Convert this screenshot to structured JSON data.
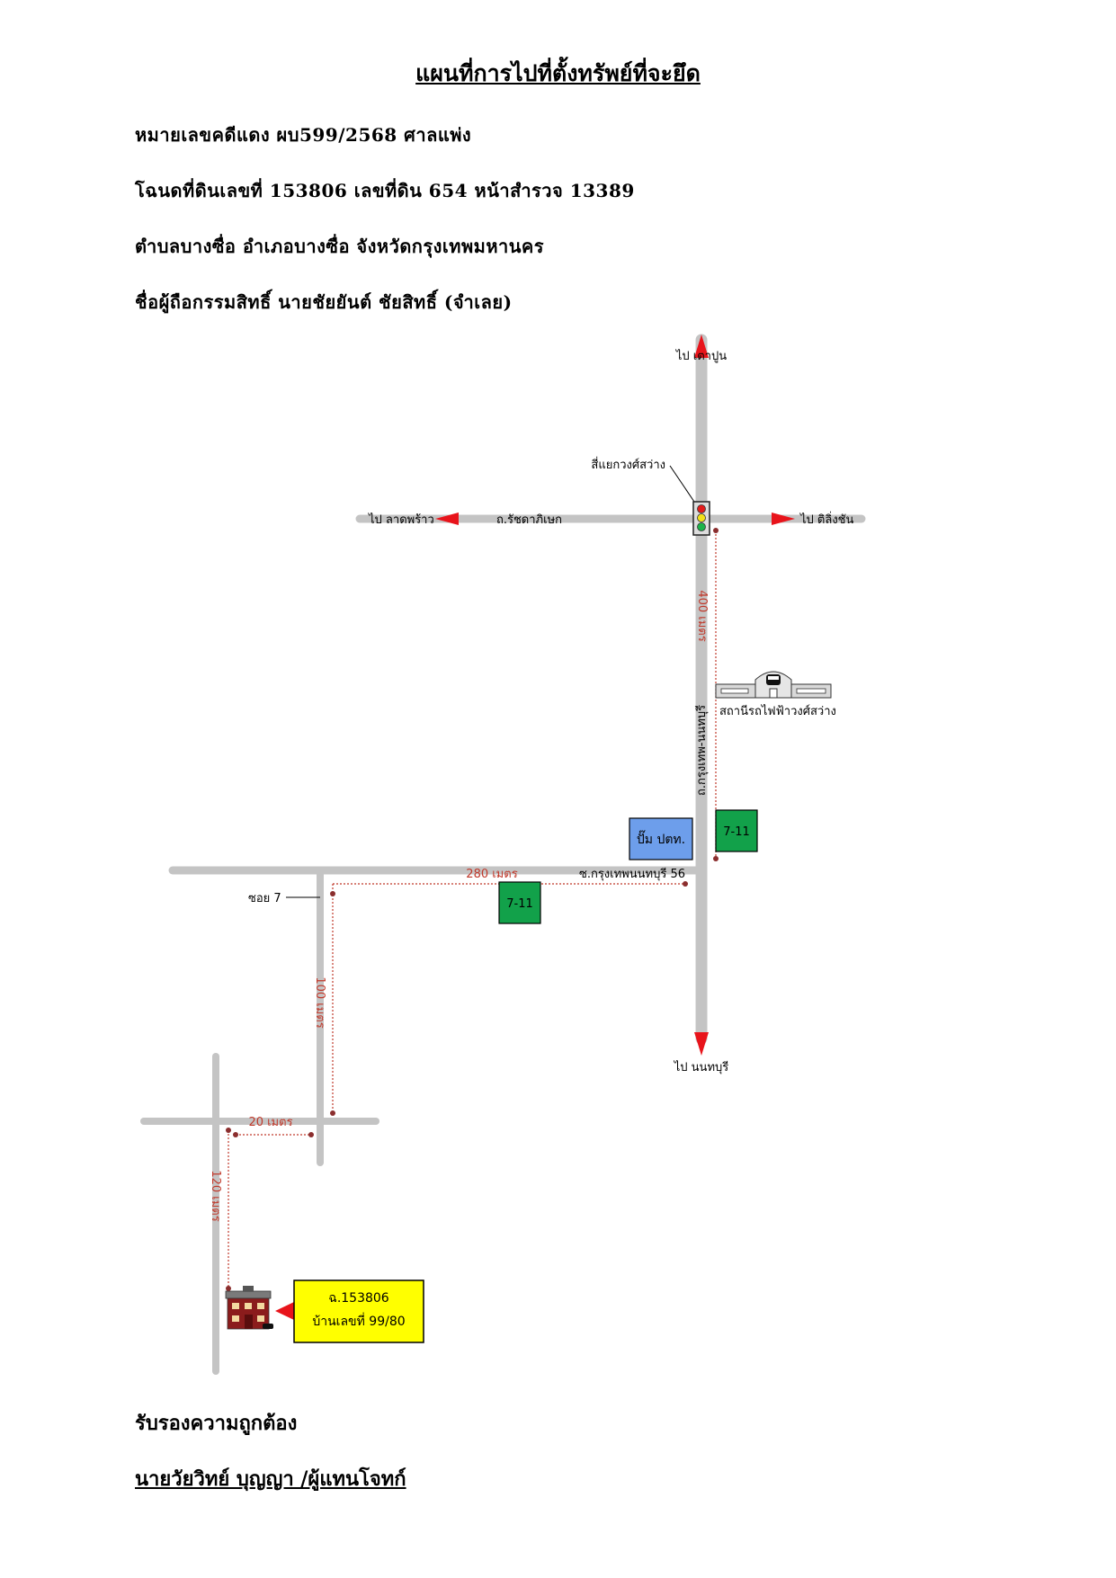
{
  "title": "แผนที่การไปที่ตั้งทรัพย์ที่จะยึด",
  "info": {
    "case": "หมายเลขคดีแดง ผบ599/2568 ศาลแพ่ง",
    "deed": "โฉนดที่ดินเลขที่ 153806 เลขที่ดิน 654 หน้าสำรวจ 13389",
    "location": "ตำบลบางซื่อ อำเภอบางซื่อ จังหวัดกรุงเทพมหานคร",
    "owner": "ชื่อผู้ถือกรรมสิทธิ์ นายชัยยันต์ ชัยสิทธิ์ (จำเลย)"
  },
  "map": {
    "to_north": "ไป เตาปูน",
    "to_south": "ไป นนทบุรี",
    "to_west": "ไป ลาดพร้าว",
    "to_east": "ไป ติลิ่งชัน",
    "junction": "สี่แยกวงศ์สว่าง",
    "road_rachada": "ถ.รัชดาภิเษก",
    "road_bkk_nonthaburi": "ถ.กรุงเทพ-นนทบุรี",
    "soi_56": "ซ.กรุงเทพนนทบุรี 56",
    "soi_7": "ซอย 7",
    "station": "สถานีรถไฟฟ้าวงศ์สว่าง",
    "gas_station": "ปั๊ม ปตท.",
    "store_1": "7-11",
    "store_2": "7-11",
    "dist_400": "400 เมตร",
    "dist_280": "280 เมตร",
    "dist_100": "100 เมตร",
    "dist_20": "20 เมตร",
    "dist_120": "120 เมตร",
    "target_line1": "ฉ.153806",
    "target_line2": "บ้านเลขที่ 99/80"
  },
  "colors": {
    "road": "#c4c4c4",
    "arrow": "#e8141b",
    "distance": "#c0392b",
    "store": "#12a14a",
    "gas": "#6d9eeb",
    "target": "#ffff00"
  },
  "footer": {
    "certify": "รับรองความถูกต้อง",
    "signer": "นายวัยวิทย์ บุญญา /ผู้แทนโจทก์"
  }
}
